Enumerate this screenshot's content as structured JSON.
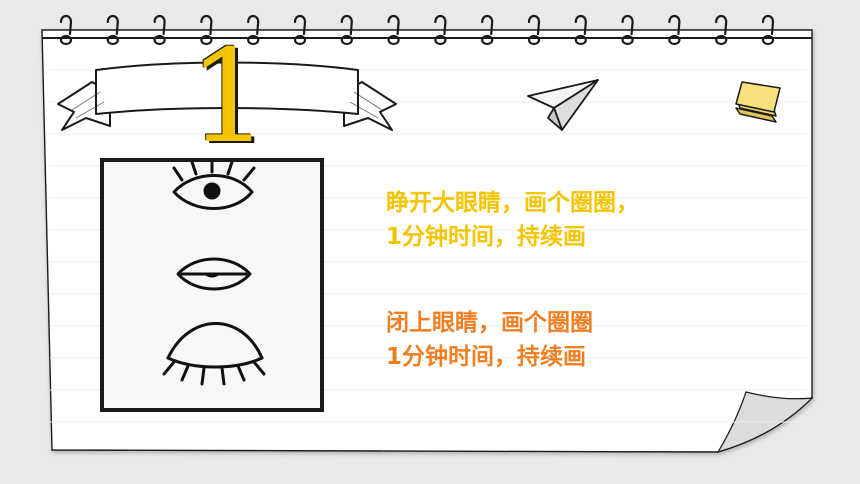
{
  "slide": {
    "number": "1",
    "colors": {
      "page_background": "#e9e9e9",
      "note_paper": "#ffffff",
      "number_yellow": "#f5c400",
      "open_eyes_text": "#f5c400",
      "closed_eyes_text": "#f07f22",
      "ink": "#1a1a1a"
    },
    "instructions": {
      "open_eyes": {
        "line1": "睁开大眼睛，画个圈圈，",
        "line2": "1分钟时间，持续画"
      },
      "closed_eyes": {
        "line1": "闭上眼睛，画个圈圈",
        "line2": "1分钟时间，持续画"
      }
    },
    "icons": [
      "spiral-rings",
      "ribbon-banner",
      "paper-plane-icon",
      "sticky-notes-icon",
      "open-eye-icon",
      "half-closed-eye-icon",
      "closed-eye-icon"
    ]
  }
}
